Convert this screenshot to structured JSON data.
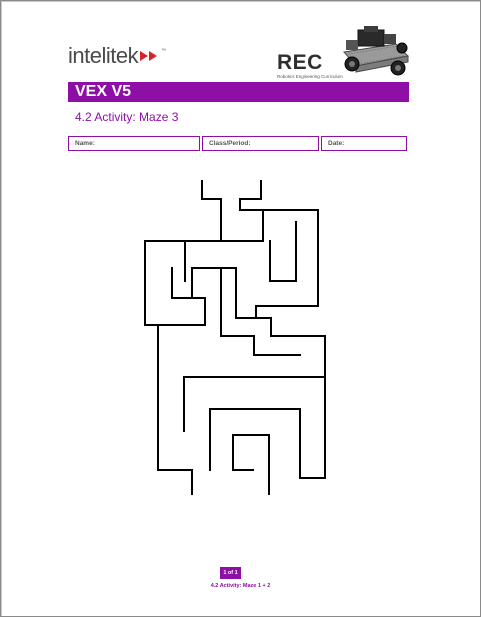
{
  "header": {
    "brand_name": "intelitek",
    "brand_tm": "™",
    "rec_logo": "REC",
    "rec_subtitle": "Robotics Engineering Curriculum"
  },
  "document": {
    "title": "VEX V5",
    "subtitle": "4.2 Activity: Maze 3"
  },
  "form": {
    "name_label": "Name:",
    "class_label": "Class/Period:",
    "date_label": "Date:"
  },
  "footer": {
    "page_indicator": "1 of 1",
    "doc_name": "4.2 Activity: Maze 1 + 2"
  },
  "colors": {
    "accent": "#8d0fa6",
    "maze_line": "#000000"
  }
}
